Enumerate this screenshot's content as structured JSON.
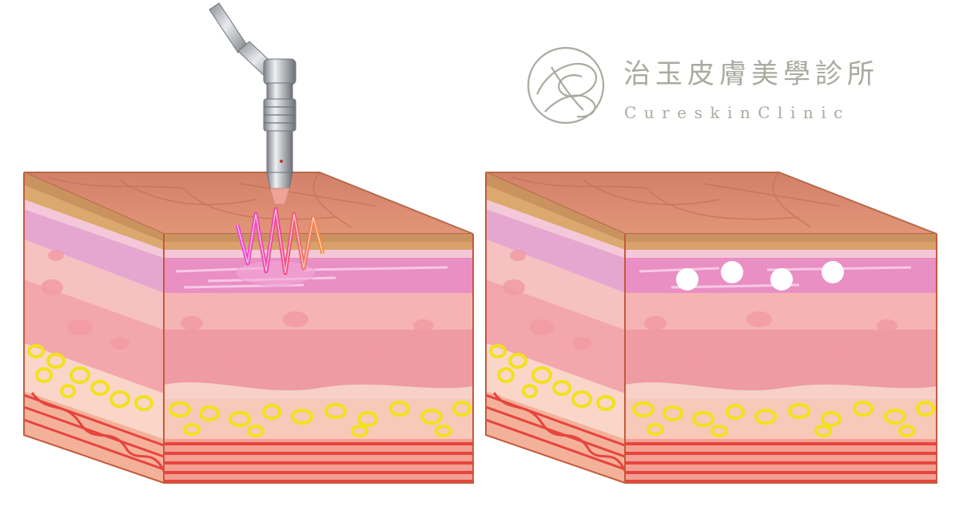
{
  "logo": {
    "name_zh": "治玉皮膚美學診所",
    "name_en": "CureskinClinic",
    "color": "#a9aaa0"
  },
  "palette": {
    "skin_top": "#d9876a",
    "epidermis_brown": "#c9925e",
    "dermis_pink": "#ee9ba3",
    "dermis_light": "#f6c1c1",
    "collagen_band": "#e98fc4",
    "fat_ring": "#f1e21b",
    "muscle_red": "#ef4a45",
    "outline": "#c45a3a"
  },
  "panels": [
    {
      "state": "treatment",
      "device": "laser-handpiece",
      "energy": "zigzag-pulse"
    },
    {
      "state": "result",
      "marker_count": 4
    }
  ]
}
